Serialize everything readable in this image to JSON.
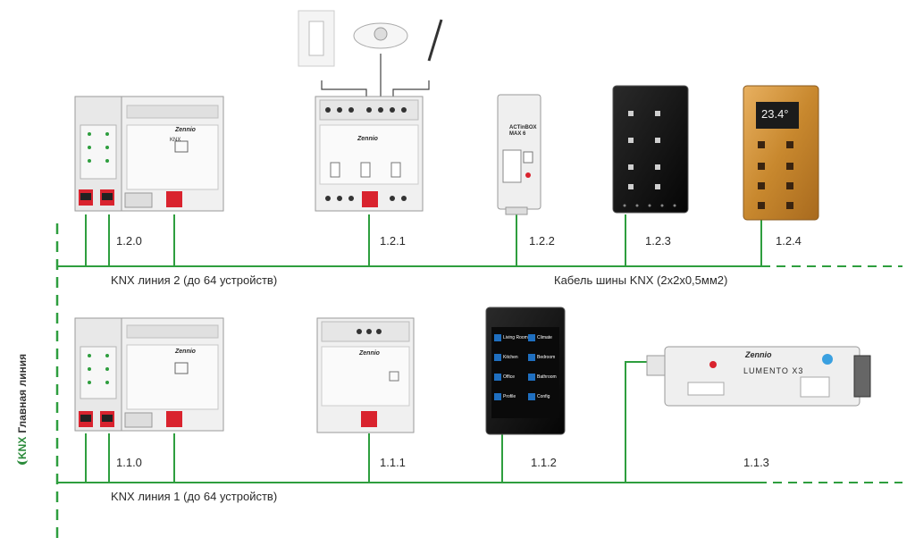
{
  "main_line_label": "Главная линия",
  "knx_logo_text": "KNX",
  "line2": {
    "caption": "KNX линия 2 (до 64 устройств)",
    "cable_caption": "Кабель шины KNX (2х2х0,5мм2)",
    "addresses": [
      "1.2.0",
      "1.2.1",
      "1.2.2",
      "1.2.3",
      "1.2.4"
    ]
  },
  "line1": {
    "caption": "KNX линия 1 (до 64 устройств)",
    "addresses": [
      "1.1.0",
      "1.1.1",
      "1.1.2",
      "1.1.3"
    ]
  },
  "devices": {
    "brand": "Zennio",
    "knx": "KNX",
    "thermostat_display": "23.4°",
    "lumento_label": "LUMENTO X3",
    "actinbox_label": "ACTinBOX MAX 6",
    "panel_tiles": [
      "Living Room",
      "Climate",
      "Kitchen",
      "Bedroom",
      "Office",
      "Bathroom",
      "Profile",
      "Config"
    ]
  },
  "colors": {
    "bus_green": "#2e9e3e",
    "dash_green": "#2e9e3e",
    "device_body": "#f2f2f2",
    "terminal_red": "#d9232e",
    "glass_black": "#111111",
    "glass_gold": "#c88a3a"
  }
}
